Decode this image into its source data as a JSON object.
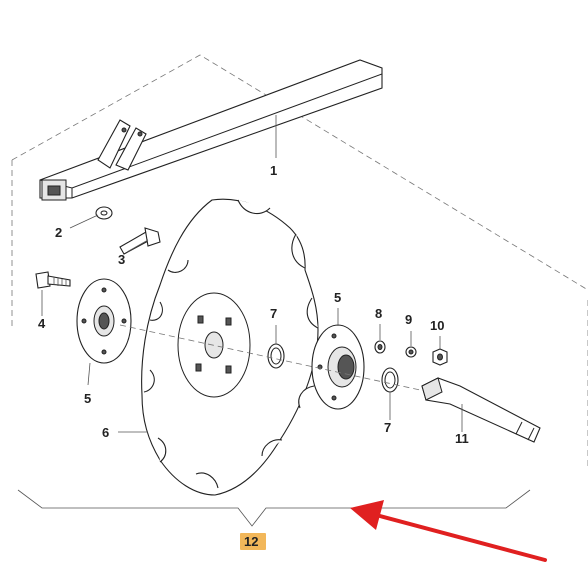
{
  "diagram": {
    "callouts": {
      "c1": "1",
      "c2": "2",
      "c3": "3",
      "c4": "4",
      "c5a": "5",
      "c5b": "5",
      "c6": "6",
      "c7a": "7",
      "c7b": "7",
      "c8": "8",
      "c9": "9",
      "c10": "10",
      "c11": "11",
      "c12": "12"
    },
    "colors": {
      "arrow": "#e02020",
      "assembly_badge": "#f2b75a",
      "ink": "#222222"
    }
  }
}
